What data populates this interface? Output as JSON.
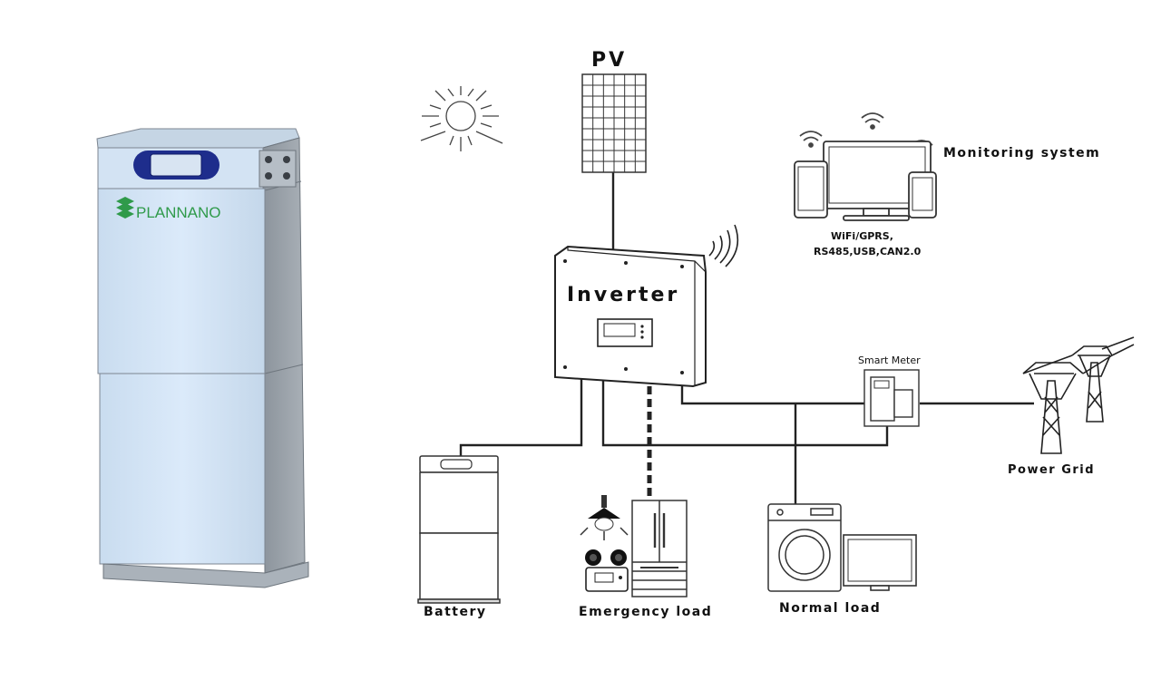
{
  "product": {
    "brand": "PLANNANO"
  },
  "diagram": {
    "pv_label": "PV",
    "inverter_label": "Inverter",
    "monitoring_label": "Monitoring system",
    "comm_line1": "WiFi/GPRS,",
    "comm_line2": "RS485,USB,CAN2.0",
    "smart_meter_label": "Smart Meter",
    "power_grid_label": "Power Grid",
    "battery_label": "Battery",
    "emergency_load_label": "Emergency load",
    "normal_load_label": "Normal load"
  },
  "colors": {
    "cabinet_face": "#d5e6f7",
    "cabinet_side": "#9ba3ab",
    "screen_bezel": "#1e2d8c",
    "brand_green": "#2f9a4a"
  },
  "icons": [
    "sun-icon",
    "solar-panel-icon",
    "wifi-signal-icon",
    "tablet-icon",
    "monitor-icon",
    "phone-icon",
    "battery-icon",
    "lamp-icon",
    "fridge-icon",
    "washing-machine-icon",
    "tv-icon",
    "transmission-tower-icon",
    "smart-meter-icon"
  ]
}
